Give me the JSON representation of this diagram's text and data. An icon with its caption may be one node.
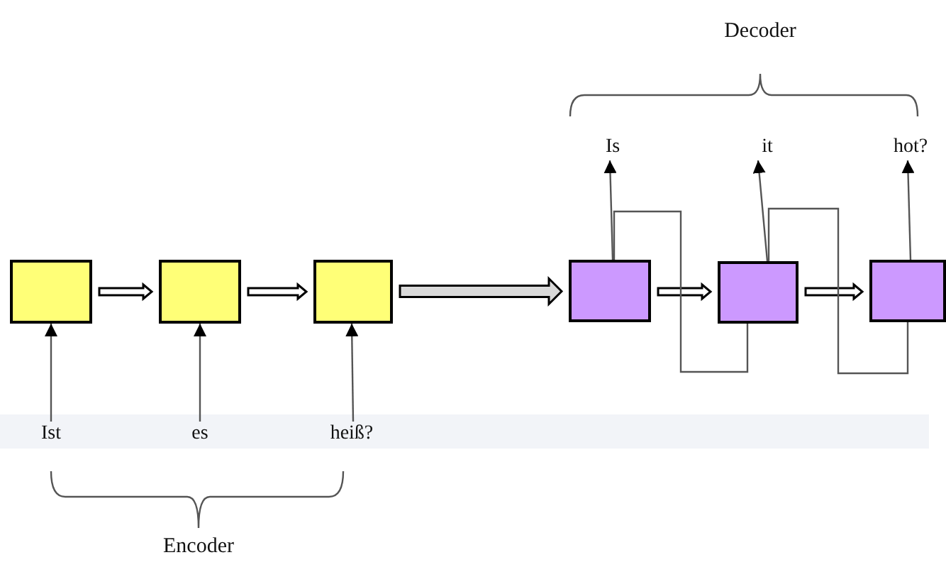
{
  "diagram": {
    "nodes": [
      {
        "text": [],
        "shape": "box"
      },
      {
        "text": [],
        "shape": "box"
      },
      {
        "text": [],
        "shape": "box"
      },
      {
        "text": [
          "Ist"
        ]
      },
      {
        "text": [
          "es"
        ]
      },
      {
        "text": [
          "heiß?"
        ]
      },
      {
        "text": [],
        "shape": "box"
      },
      {
        "text": [],
        "shape": "box"
      },
      {
        "text": [],
        "shape": "box"
      },
      {
        "text": [
          "Is"
        ]
      },
      {
        "text": [
          "it"
        ]
      },
      {
        "text": [
          "hot?"
        ]
      }
    ],
    "edges": [
      {
        "from": 3,
        "to": 0,
        "arrow": "to"
      },
      {
        "from": 4,
        "to": 1,
        "arrow": "to"
      },
      {
        "from": 5,
        "to": 2,
        "arrow": "to"
      },
      {
        "from": 0,
        "to": 1,
        "arrow": "to",
        "style": "thick"
      },
      {
        "from": 1,
        "to": 2,
        "arrow": "to",
        "style": "thick"
      },
      {
        "from": 2,
        "to": 6,
        "arrow": "to",
        "style": "thick",
        "color": "#d9d9d9"
      },
      {
        "from": 6,
        "to": 7,
        "arrow": "to",
        "style": "thick"
      },
      {
        "from": 7,
        "to": 8,
        "arrow": "to",
        "style": "thick"
      },
      {
        "from": 6,
        "to": 9,
        "arrow": "to"
      },
      {
        "from": 7,
        "to": 10,
        "arrow": "to"
      },
      {
        "from": 8,
        "to": 11,
        "arrow": "to"
      },
      {
        "from": 6,
        "to": 7,
        "arrow": "none"
      },
      {
        "from": 7,
        "to": 8,
        "arrow": "none"
      }
    ],
    "labels": [
      "Decoder",
      "Encoder"
    ]
  }
}
